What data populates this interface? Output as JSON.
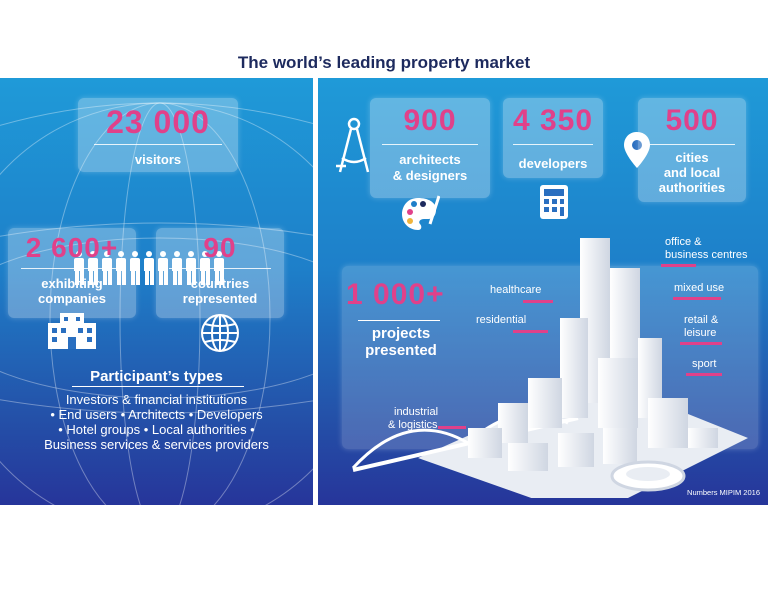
{
  "title": "The world’s leading property market",
  "left": {
    "visitors": {
      "number": "23 000",
      "label": "visitors"
    },
    "exhibiting": {
      "number": "2 600+",
      "label_line1": "exhibiting",
      "label_line2": "companies"
    },
    "countries": {
      "number": "90",
      "label_line1": "countries",
      "label_line2": "represented"
    },
    "participants": {
      "heading": "Participant’s types",
      "lines": [
        "Investors & financial institutions",
        "• End users • Architects • Developers",
        "• Hotel groups • Local authorities •",
        "Business services & services providers"
      ]
    }
  },
  "right": {
    "architects": {
      "number": "900",
      "label_line1": "architects",
      "label_line2": "& designers"
    },
    "developers": {
      "number": "4 350",
      "label": "developers"
    },
    "cities": {
      "number": "500",
      "label_line1": "cities",
      "label_line2": "and local",
      "label_line3": "authorities"
    },
    "projects": {
      "number": "1 000+",
      "label_line1": "projects",
      "label_line2": "presented"
    },
    "callouts": {
      "office": {
        "line1": "office &",
        "line2": "business centres"
      },
      "healthcare": "healthcare",
      "mixed_use": "mixed use",
      "residential": "residential",
      "retail": {
        "line1": "retail &",
        "line2": "leisure"
      },
      "sport": "sport",
      "industrial": {
        "line1": "industrial",
        "line2": "& logistics"
      }
    },
    "source": "Numbers MIPIM 2016"
  },
  "colors": {
    "accent": "#e0418a",
    "title": "#1d2a5e",
    "panel_top": "#1f9ad8",
    "panel_bottom": "#26359a"
  },
  "icons": [
    "person-icon",
    "building-icon",
    "globe-icon",
    "compass-icon",
    "palette-icon",
    "calculator-icon",
    "location-pin-icon"
  ]
}
